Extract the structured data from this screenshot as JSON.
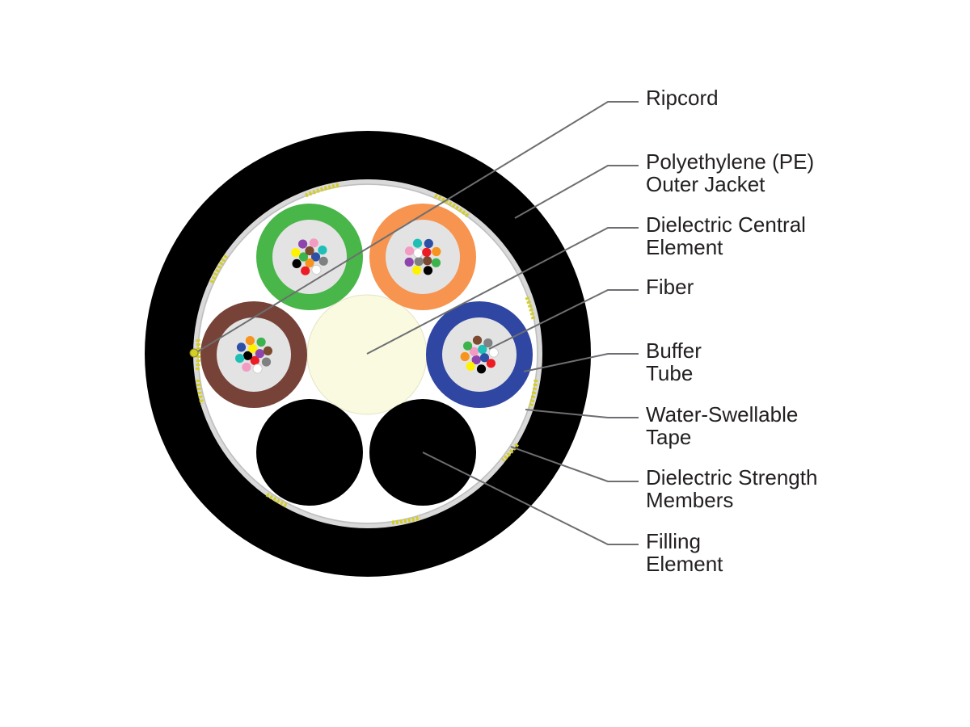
{
  "diagram": {
    "colors": {
      "jacket": "#000000",
      "core_background": "#ffffff",
      "central_element": "#fafae0",
      "filling_element": "#000000",
      "tape": "#c8c8c8",
      "strength_members": "#d4cf28",
      "leader_line": "#6d6e71",
      "label_text": "#231f20"
    },
    "buffer_tubes": [
      {
        "name": "green",
        "color": "#48b649"
      },
      {
        "name": "orange",
        "color": "#f69450"
      },
      {
        "name": "brown",
        "color": "#774339"
      },
      {
        "name": "blue",
        "color": "#2f46a3"
      }
    ],
    "fiber_colors": [
      "#2b50a6",
      "#f7941d",
      "#3cb44b",
      "#7b4a2f",
      "#7f8081",
      "#ffffff",
      "#ed1c24",
      "#000000",
      "#fff200",
      "#8e44ad",
      "#f39cc3",
      "#1fbfb8"
    ]
  },
  "callouts": [
    {
      "id": "ripcord",
      "lines": [
        "Ripcord",
        ""
      ]
    },
    {
      "id": "outer-jacket",
      "lines": [
        "Polyethylene (PE)",
        "Outer Jacket"
      ]
    },
    {
      "id": "central-element",
      "lines": [
        "Dielectric Central",
        "Element"
      ]
    },
    {
      "id": "fiber",
      "lines": [
        "Fiber",
        ""
      ]
    },
    {
      "id": "buffer-tube",
      "lines": [
        "Buffer",
        "Tube"
      ]
    },
    {
      "id": "water-swellable-tape",
      "lines": [
        "Water-Swellable",
        "Tape"
      ]
    },
    {
      "id": "strength-members",
      "lines": [
        "Dielectric Strength",
        "Members"
      ]
    },
    {
      "id": "filling-element",
      "lines": [
        "Filling",
        "Element"
      ]
    }
  ]
}
